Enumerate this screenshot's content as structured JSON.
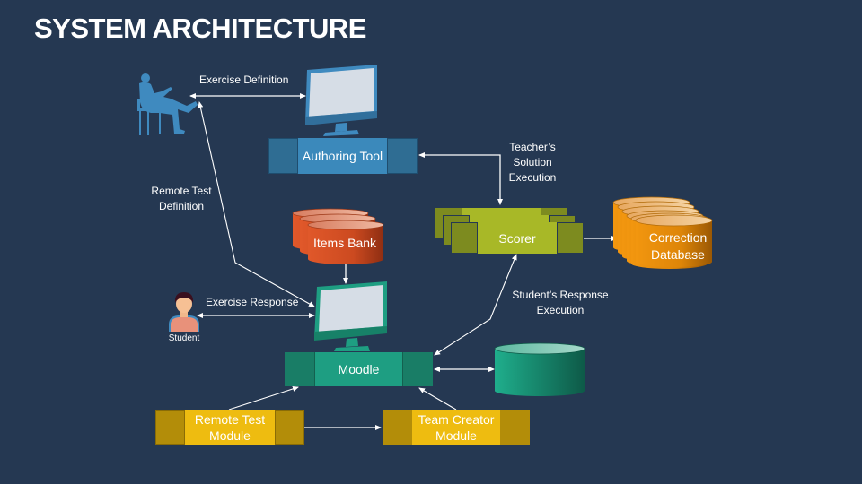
{
  "title": "SYSTEM ARCHITECTURE",
  "colors": {
    "background": "#253852",
    "authoring": "#3b89bb",
    "scorer": "#a8b827",
    "correction_db": "#e98d12",
    "items_bank": "#d0522a",
    "moodle": "#1e9e82",
    "modules": "#eebc10"
  },
  "labels": {
    "exercise_definition": "Exercise Definition",
    "teachers_solution": [
      "Teacher’s",
      "Solution",
      "Execution"
    ],
    "remote_test_definition": [
      "Remote Test",
      "Definition"
    ],
    "exercise_response": "Exercise Response",
    "student": "Student",
    "students_response": [
      "Student’s Response",
      "Execution"
    ]
  },
  "components": {
    "authoring_tool": "Authoring Tool",
    "scorer": "Scorer",
    "correction_database": [
      "Correction",
      "Database"
    ],
    "items_bank": "Items Bank",
    "moodle": "Moodle",
    "remote_test_module": [
      "Remote Test",
      "Module"
    ],
    "team_creator_module": [
      "Team Creator",
      "Module"
    ]
  },
  "icons": {
    "teacher": "seated-person-icon",
    "teacher_monitor": "monitor-icon",
    "student": "student-avatar-icon",
    "student_monitor": "monitor-icon",
    "moodle_db": "database-icon"
  }
}
